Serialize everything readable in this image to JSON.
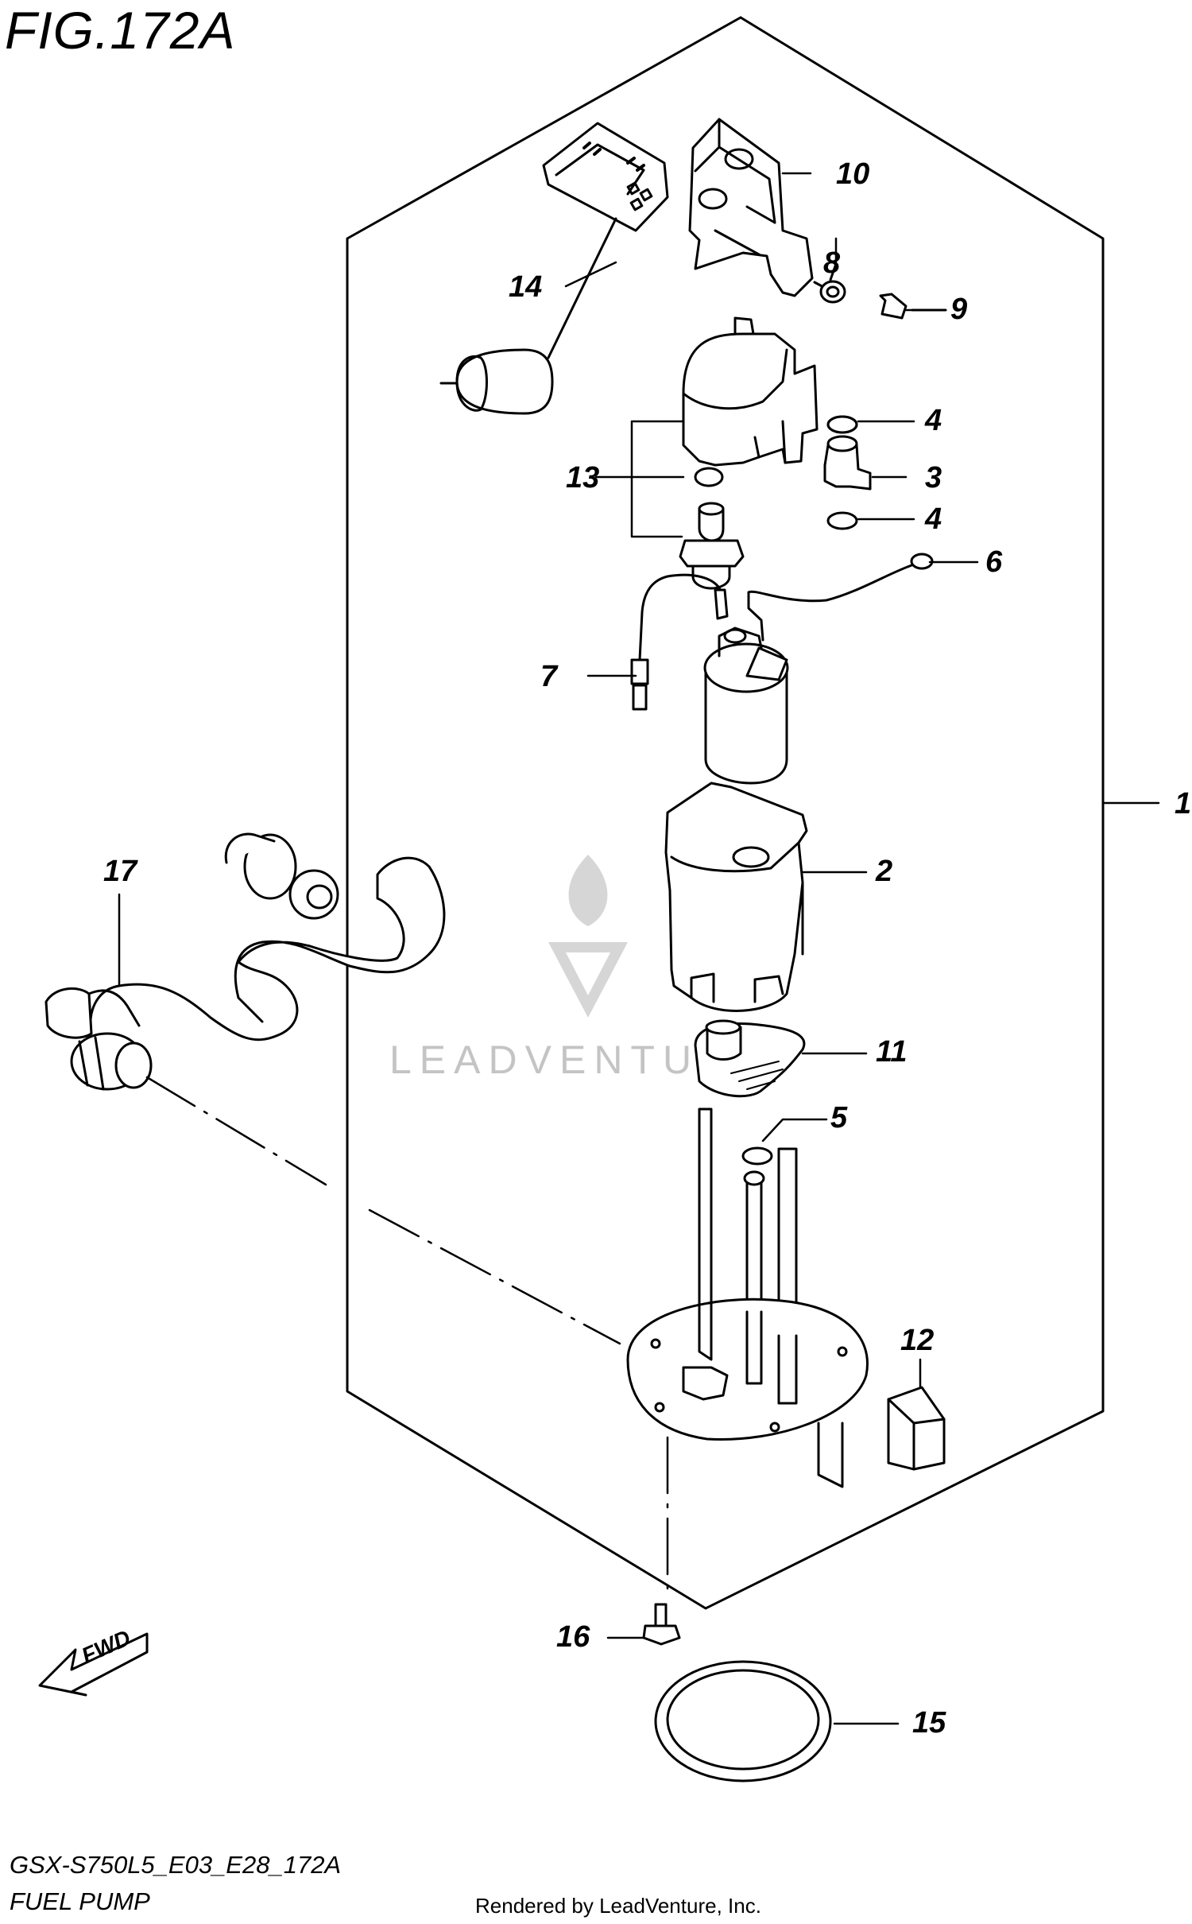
{
  "figure": {
    "title": "FIG.172A",
    "code": "GSX-S750L5_E03_E28_172A",
    "name": "FUEL PUMP"
  },
  "credit": "Rendered by LeadVenture, Inc.",
  "watermark": {
    "text": "LEADVENTURE"
  },
  "direction_badge": {
    "label": "FWD"
  },
  "callouts": [
    {
      "id": "c1",
      "label": "1"
    },
    {
      "id": "c2",
      "label": "2"
    },
    {
      "id": "c3",
      "label": "3"
    },
    {
      "id": "c4a",
      "label": "4"
    },
    {
      "id": "c4b",
      "label": "4"
    },
    {
      "id": "c5",
      "label": "5"
    },
    {
      "id": "c6",
      "label": "6"
    },
    {
      "id": "c7",
      "label": "7"
    },
    {
      "id": "c8",
      "label": "8"
    },
    {
      "id": "c9",
      "label": "9"
    },
    {
      "id": "c10",
      "label": "10"
    },
    {
      "id": "c11",
      "label": "11"
    },
    {
      "id": "c12",
      "label": "12"
    },
    {
      "id": "c13",
      "label": "13"
    },
    {
      "id": "c14",
      "label": "14"
    },
    {
      "id": "c15",
      "label": "15"
    },
    {
      "id": "c16",
      "label": "16"
    },
    {
      "id": "c17",
      "label": "17"
    }
  ]
}
